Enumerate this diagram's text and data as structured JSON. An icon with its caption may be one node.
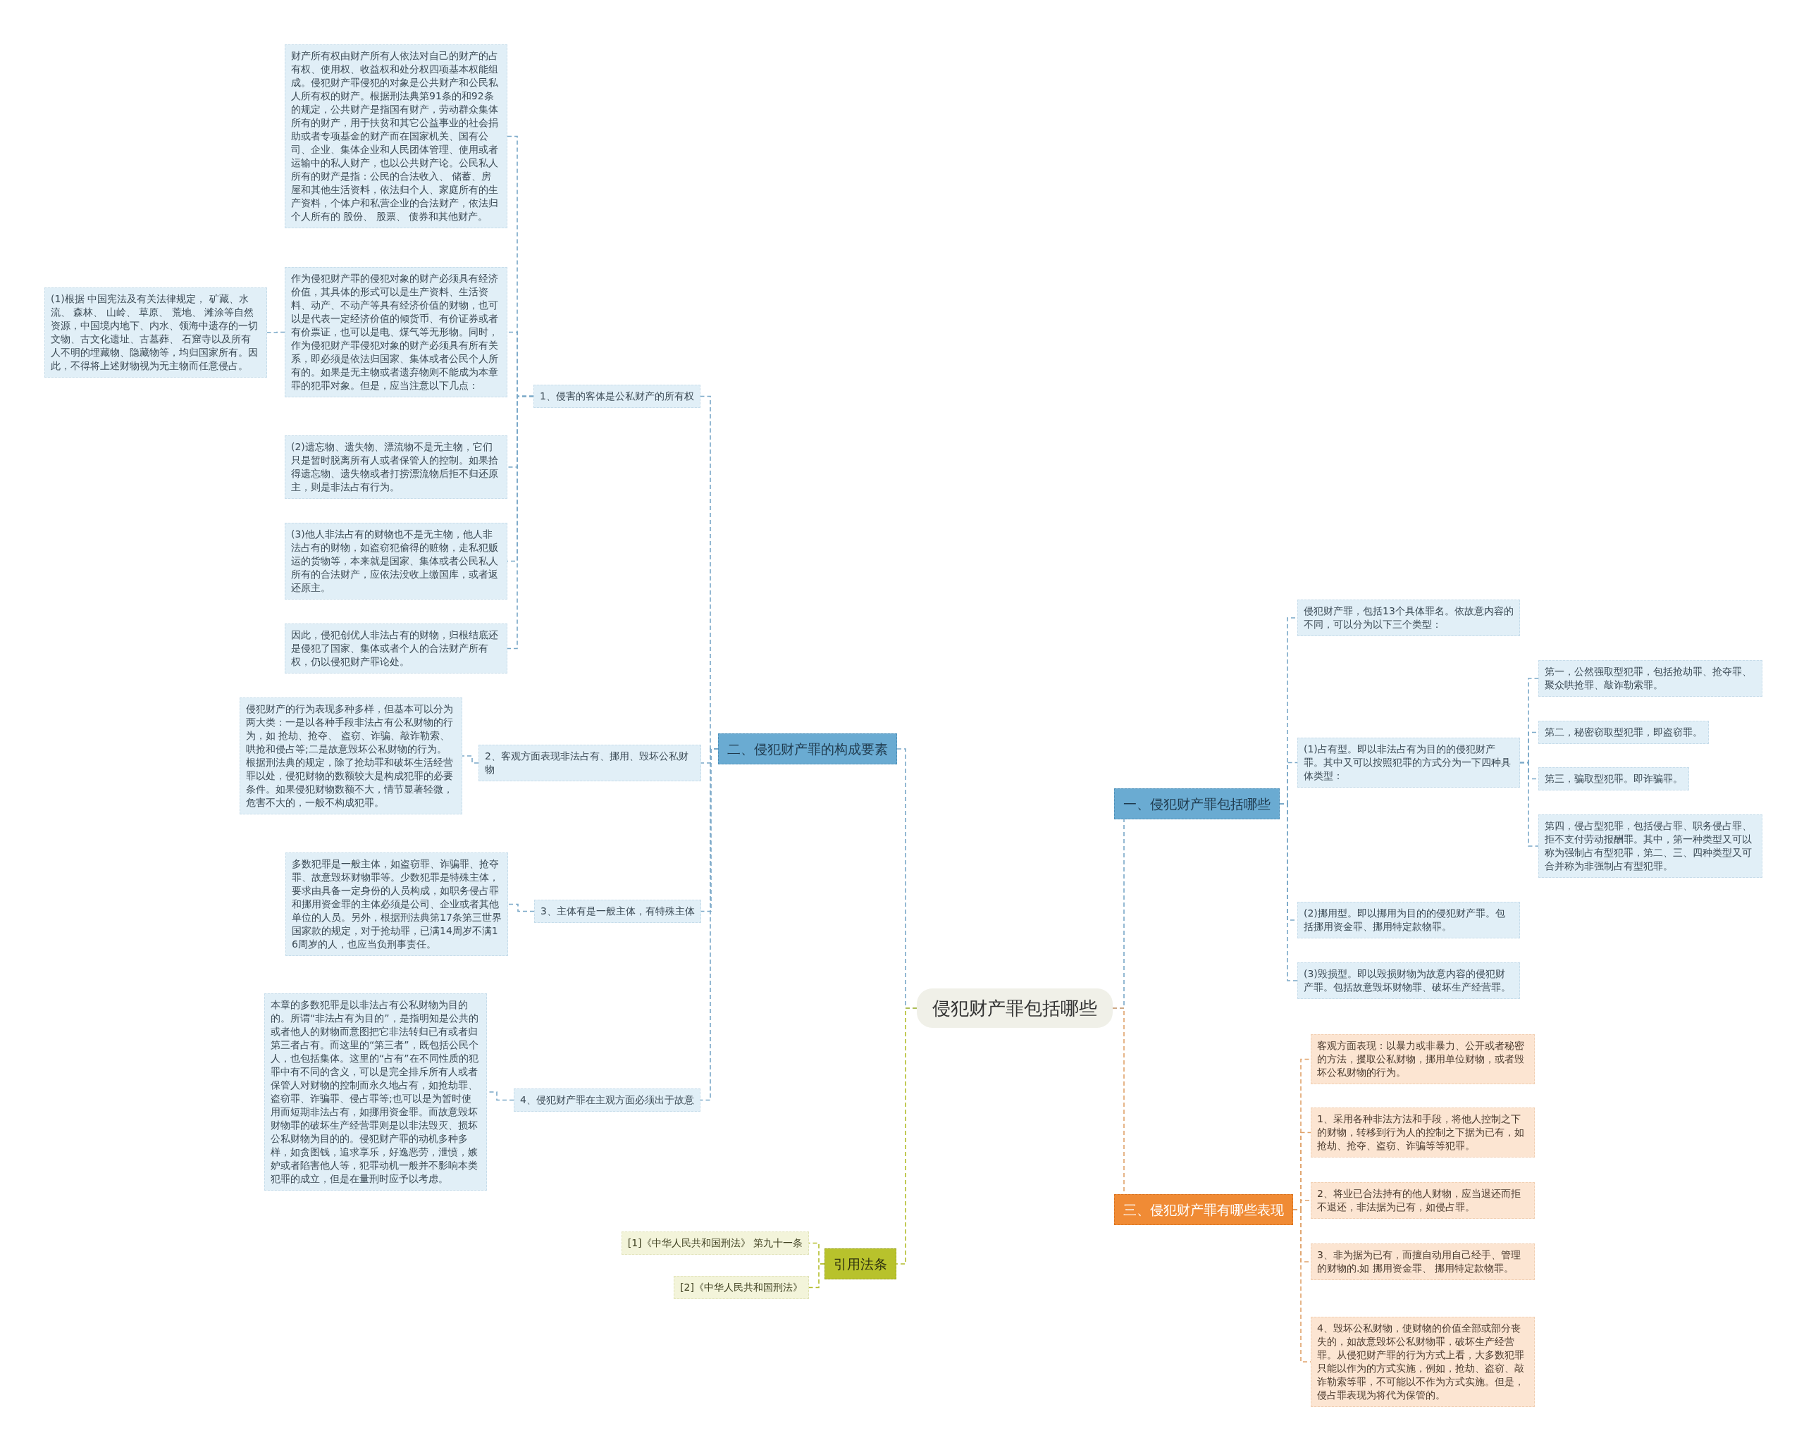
{
  "diagram": {
    "nodes": [
      {
        "text": [
          "侵犯财产罪包括哪些"
        ]
      },
      {
        "text": [
          "一、侵犯财产罪包括哪些"
        ]
      },
      {
        "text": [
          "侵犯财产罪，包括13个具体罪名。依故意内容的不同，可以分为以下三个类型："
        ]
      },
      {
        "text": [
          "(1)占有型。即以非法占有为目的的侵犯财产罪。其中又可以按照犯罪的方式分为一下四种具体类型："
        ]
      },
      {
        "text": [
          "第一，公然强取型犯罪，包括抢劫罪、抢夺罪、聚众哄抢罪、敲诈勒索罪。"
        ]
      },
      {
        "text": [
          "第二，秘密窃取型犯罪，即盗窃罪。"
        ]
      },
      {
        "text": [
          "第三，骗取型犯罪。即诈骗罪。"
        ]
      },
      {
        "text": [
          "第四，侵占型犯罪，包括侵占罪、职务侵占罪、拒不支付劳动报酬罪。其中，第一种类型又可以称为强制占有型犯罪，第二、三、四种类型又可合并称为非强制占有型犯罪。"
        ]
      },
      {
        "text": [
          "(2)挪用型。即以挪用为目的的侵犯财产罪。包括挪用资金罪、挪用特定款物罪。"
        ]
      },
      {
        "text": [
          "(3)毁损型。即以毁损财物为故意内容的侵犯财产罪。包括故意毁坏财物罪、破坏生产经营罪。"
        ]
      },
      {
        "text": [
          "二、侵犯财产罪的构成要素"
        ]
      },
      {
        "text": [
          "1、侵害的客体是公私财产的所有权"
        ]
      },
      {
        "text": [
          "财产所有权由财产所有人依法对自己的财产的占有权、使用权、收益权和处分权四项基本权能组成。侵犯财产罪侵犯的对象是公共财产和公民私人所有权的财产。根据刑法典第91条的和92条的规定，公共财产是指国有财产，劳动群众集体所有的财产，用于扶贫和其它公益事业的社会捐助或者专项基金的财产而在国家机关、国有公司、企业、集体企业和人民团体管理、使用或者运输中的私人财产，也以公共财产论。公民私人所有的财产是指：公民的合法收入、 储蓄、房屋和其他生活资料，依法归个人、家庭所有的生产资料，个体户和私营企业的合法财产，依法归个人所有的 股份、 股票、 债券和其他财产。"
        ]
      },
      {
        "text": [
          "作为侵犯财产罪的侵犯对象的财产必须具有经济价值，其具体的形式可以是生产资料、生活资料、动产、不动产等具有经济价值的财物，也可以是代表一定经济价值的倾货币、有价证券或者有价票证，也可以是电、煤气等无形物。同时，作为侵犯财产罪侵犯对象的财产必须具有所有关系，即必须是依法归国家、集体或者公民个人所有的。如果是无主物或者遗弃物则不能成为本章罪的犯罪对象。但是，应当注意以下几点："
        ]
      },
      {
        "text": [
          "(1)根据 中国宪法及有关法律规定， 矿藏、水流、 森林、 山岭、 草原、 荒地、 滩涂等自然资源，中国境内地下、内水、领海中遗存的一切文物、古文化遗址、古墓葬、 石窟寺以及所有人不明的埋藏物、隐藏物等，均归国家所有。因此，不得将上述财物视为无主物而任意侵占。"
        ]
      },
      {
        "text": [
          "(2)遗忘物、遗失物、漂流物不是无主物，它们只是暂时脱离所有人或者保管人的控制。如果拾得遗忘物、遗失物或者打捞漂流物后拒不归还原主，则是非法占有行为。"
        ]
      },
      {
        "text": [
          "(3)他人非法占有的财物也不是无主物，他人非法占有的财物，如盗窃犯偷得的赃物，走私犯贩运的货物等，本来就是国家、集体或者公民私人所有的合法财产，应依法没收上缴国库，或者返还原主。"
        ]
      },
      {
        "text": [
          "因此，侵犯创优人非法占有的财物，归根结底还是侵犯了国家、集体或者个人的合法财产所有权，仍以侵犯财产罪论处。"
        ]
      },
      {
        "text": [
          "2、客观方面表现非法占有、挪用、毁坏公私财物"
        ]
      },
      {
        "text": [
          "侵犯财产的行为表现多种多样，但基本可以分为两大类：一是以各种手段非法占有公私财物的行为，如 抢劫、抢夺、 盗窃、诈骗、敲诈勒索、哄抢和侵占等;二是故意毁坏公私财物的行为。根据刑法典的规定，除了抢劫罪和破坏生活经营罪以处，侵犯财物的数额较大是构成犯罪的必要条件。如果侵犯财物数额不大，情节显著轻微，危害不大的，一般不构成犯罪。"
        ]
      },
      {
        "text": [
          "3、主体有是一般主体，有特殊主体"
        ]
      },
      {
        "text": [
          "多数犯罪是一般主体，如盗窃罪、诈骗罪、抢夺罪、故意毁坏财物罪等。少数犯罪是特殊主体，要求由具备一定身份的人员构成，如职务侵占罪和挪用资金罪的主体必须是公司、企业或者其他单位的人员。另外，根据刑法典第17条第三世界国家款的规定，对于抢劫罪，已满14周岁不满16周岁的人，也应当负刑事责任。"
        ]
      },
      {
        "text": [
          "4、侵犯财产罪在主观方面必须出于故意"
        ]
      },
      {
        "text": [
          "本章的多数犯罪是以非法占有公私财物为目的的。所谓“非法占有为目的”，是指明知是公共的或者他人的财物而意图把它非法转归已有或者归第三者占有。而这里的“第三者”，既包括公民个人，也包括集体。这里的“占有”在不同性质的犯罪中有不同的含义，可以是完全排斥所有人或者保管人对财物的控制而永久地占有，如抢劫罪、盗窃罪、诈骗罪、侵占罪等;也可以是为暂时使用而短期非法占有，如挪用资金罪。而故意毁坏财物罪的破坏生产经营罪则是以非法毁灭、损坏公私财物为目的的。侵犯财产罪的动机多种多样，如贪图钱，追求享乐，好逸恶劳，泄愤，嫉妒或者陷害他人等，犯罪动机一般并不影响本类犯罪的成立，但是在量刑时应予以考虑。"
        ]
      },
      {
        "text": [
          "三、侵犯财产罪有哪些表现"
        ]
      },
      {
        "text": [
          "客观方面表现：以暴力或非暴力、公开或者秘密的方法，攫取公私财物，挪用单位财物，或者毁坏公私财物的行为。"
        ]
      },
      {
        "text": [
          "1、采用各种非法方法和手段，将他人控制之下的财物，转移到行为人的控制之下据为已有，如抢劫、抢夺、盗窃、诈骗等等犯罪。"
        ]
      },
      {
        "text": [
          "2、将业已合法持有的他人财物，应当退还而拒不退还，非法据为已有，如侵占罪。"
        ]
      },
      {
        "text": [
          "3、非为据为已有，而擅自动用自己经手、管理的财物的.如 挪用资金罪、 挪用特定款物罪。"
        ]
      },
      {
        "text": [
          "4、毁坏公私财物，使财物的价值全部或部分丧失的，如故意毁坏公私财物罪，破坏生产经营罪。从侵犯财产罪的行为方式上看，大多数犯罪只能以作为的方式实施，例如，抢劫、盗窃、敲诈勒索等罪，不可能以不作为方式实施。但是，侵占罪表现为将代为保管的。"
        ]
      },
      {
        "text": [
          "引用法条"
        ]
      },
      {
        "text": [
          "[1]《中华人民共和国刑法》 第九十一条"
        ]
      },
      {
        "text": [
          "[2]《中华人民共和国刑法》"
        ]
      }
    ],
    "edges": [
      {
        "from": 0,
        "to": 1,
        "arrow": "none",
        "style": "dashed"
      },
      {
        "from": 1,
        "to": 2,
        "arrow": "none",
        "style": "dashed"
      },
      {
        "from": 1,
        "to": 3,
        "arrow": "none",
        "style": "dashed"
      },
      {
        "from": 3,
        "to": 4,
        "arrow": "none",
        "style": "dashed"
      },
      {
        "from": 3,
        "to": 5,
        "arrow": "none",
        "style": "dashed"
      },
      {
        "from": 3,
        "to": 6,
        "arrow": "none",
        "style": "dashed"
      },
      {
        "from": 3,
        "to": 7,
        "arrow": "none",
        "style": "dashed"
      },
      {
        "from": 1,
        "to": 8,
        "arrow": "none",
        "style": "dashed"
      },
      {
        "from": 1,
        "to": 9,
        "arrow": "none",
        "style": "dashed"
      },
      {
        "from": 0,
        "to": 10,
        "arrow": "none",
        "style": "dashed"
      },
      {
        "from": 10,
        "to": 11,
        "arrow": "none",
        "style": "dashed"
      },
      {
        "from": 11,
        "to": 12,
        "arrow": "none",
        "style": "dashed"
      },
      {
        "from": 11,
        "to": 13,
        "arrow": "none",
        "style": "dashed"
      },
      {
        "from": 13,
        "to": 14,
        "arrow": "none",
        "style": "dashed"
      },
      {
        "from": 11,
        "to": 15,
        "arrow": "none",
        "style": "dashed"
      },
      {
        "from": 11,
        "to": 16,
        "arrow": "none",
        "style": "dashed"
      },
      {
        "from": 11,
        "to": 17,
        "arrow": "none",
        "style": "dashed"
      },
      {
        "from": 10,
        "to": 18,
        "arrow": "none",
        "style": "dashed"
      },
      {
        "from": 18,
        "to": 19,
        "arrow": "none",
        "style": "dashed"
      },
      {
        "from": 10,
        "to": 20,
        "arrow": "none",
        "style": "dashed"
      },
      {
        "from": 20,
        "to": 21,
        "arrow": "none",
        "style": "dashed"
      },
      {
        "from": 10,
        "to": 22,
        "arrow": "none",
        "style": "dashed"
      },
      {
        "from": 22,
        "to": 23,
        "arrow": "none",
        "style": "dashed"
      },
      {
        "from": 0,
        "to": 24,
        "arrow": "none",
        "style": "dashed",
        "color": "#e0a36c"
      },
      {
        "from": 24,
        "to": 25,
        "arrow": "none",
        "style": "dashed",
        "color": "#e0a36c"
      },
      {
        "from": 24,
        "to": 26,
        "arrow": "none",
        "style": "dashed",
        "color": "#e0a36c"
      },
      {
        "from": 24,
        "to": 27,
        "arrow": "none",
        "style": "dashed",
        "color": "#e0a36c"
      },
      {
        "from": 24,
        "to": 28,
        "arrow": "none",
        "style": "dashed",
        "color": "#e0a36c"
      },
      {
        "from": 24,
        "to": 29,
        "arrow": "none",
        "style": "dashed",
        "color": "#e0a36c"
      },
      {
        "from": 0,
        "to": 30,
        "arrow": "none",
        "style": "dashed",
        "color": "#b3bd2c"
      },
      {
        "from": 30,
        "to": 31,
        "arrow": "none",
        "style": "dashed",
        "color": "#b3bd2c"
      },
      {
        "from": 30,
        "to": 32,
        "arrow": "none",
        "style": "dashed",
        "color": "#b3bd2c"
      }
    ]
  }
}
